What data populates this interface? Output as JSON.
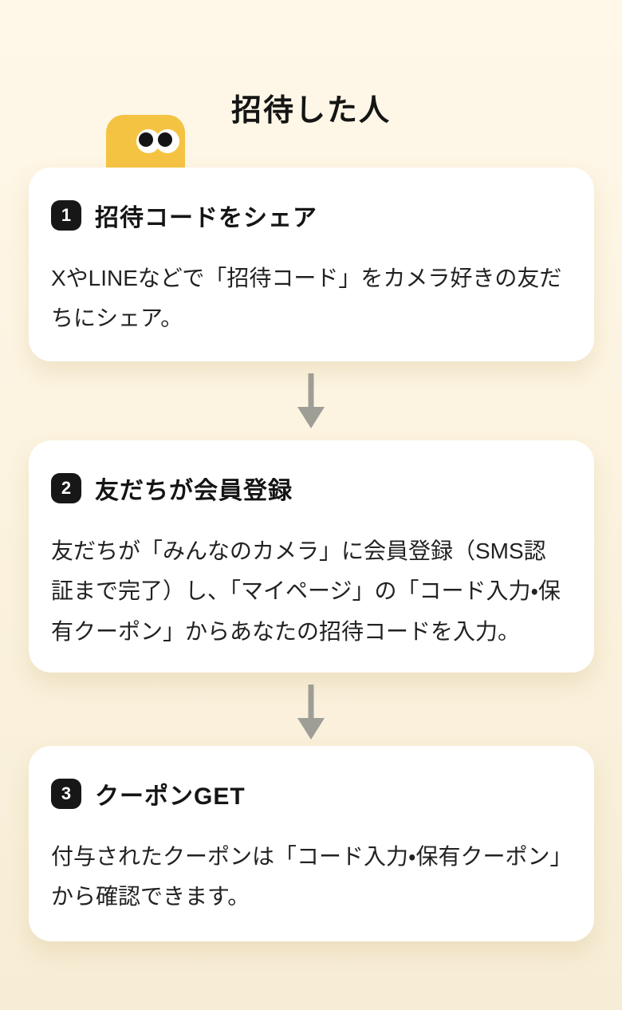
{
  "page": {
    "title": "招待した人",
    "background_top_color": "#FFF8E9",
    "background_bottom_color": "#F7EDD6"
  },
  "mascot": {
    "description": "yellow-character-peeking-with-two-eyes",
    "body_color": "#F5C342",
    "eye_white_color": "#FFFFFF",
    "pupil_color": "#141414"
  },
  "arrow": {
    "color": "#9E9E97",
    "direction": "down"
  },
  "card": {
    "background_color": "#FFFFFF",
    "badge_color": "#171717"
  },
  "steps": [
    {
      "number": "1",
      "title": "招待コードをシェア",
      "body": "XやLINEなどで「招待コード」をカメラ好きの友だちにシェア。"
    },
    {
      "number": "2",
      "title": "友だちが会員登録",
      "body": "友だちが「みんなのカメラ」に会員登録（SMS認証まで完了）し、「マイページ」の「コード入力・保有クーポン」からあなたの招待コードを入力。"
    },
    {
      "number": "3",
      "title": "クーポンGET",
      "body": "付与されたクーポンは「コード入力・保有クーポン」から確認できます。"
    }
  ]
}
